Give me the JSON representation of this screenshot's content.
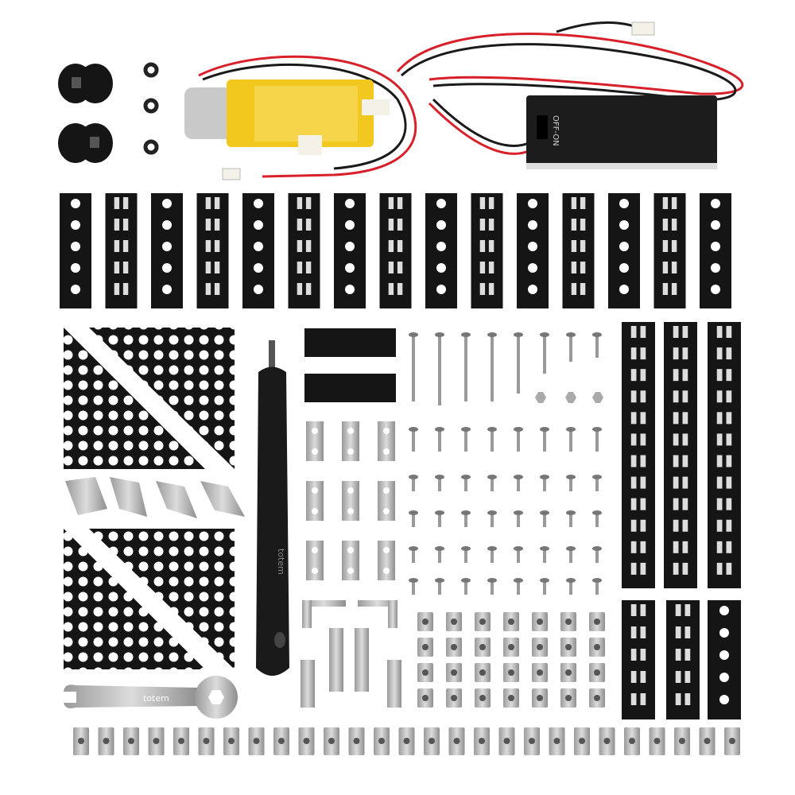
{
  "battery_box": {
    "switch_label": "OFF-ON"
  },
  "screwdriver": {
    "brand": "totem"
  },
  "wrench": {
    "brand": "totem"
  },
  "colors": {
    "black_part": "#151515",
    "motor_yellow": "#f2c81e",
    "steel": "#b9b9b9",
    "wire_red": "#d8202a",
    "wire_black": "#1a1a1a"
  }
}
